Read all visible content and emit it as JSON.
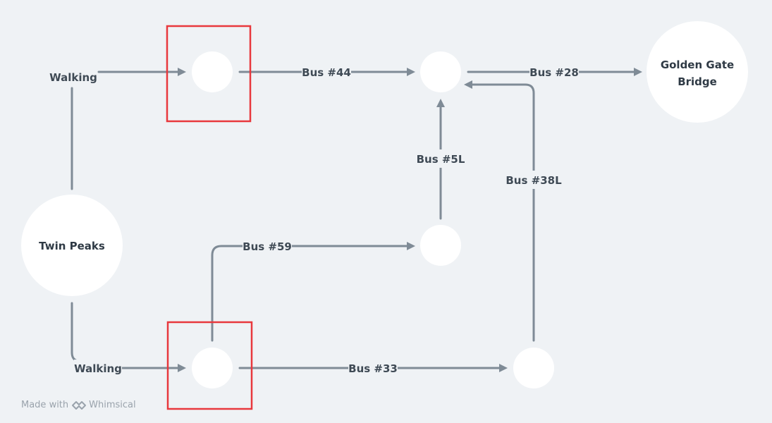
{
  "diagram": {
    "nodes": {
      "twin_peaks": "Twin Peaks",
      "golden_gate": "Golden Gate Bridge",
      "golden_gate_line1": "Golden Gate",
      "golden_gate_line2": "Bridge"
    },
    "edges": {
      "walking_top": "Walking",
      "walking_bottom": "Walking",
      "bus44": "Bus #44",
      "bus28": "Bus #28",
      "bus5l": "Bus #5L",
      "bus38l": "Bus #38L",
      "bus59": "Bus #59",
      "bus33": "Bus #33"
    }
  },
  "footer": {
    "made_with": "Made with",
    "brand": "Whimsical"
  }
}
